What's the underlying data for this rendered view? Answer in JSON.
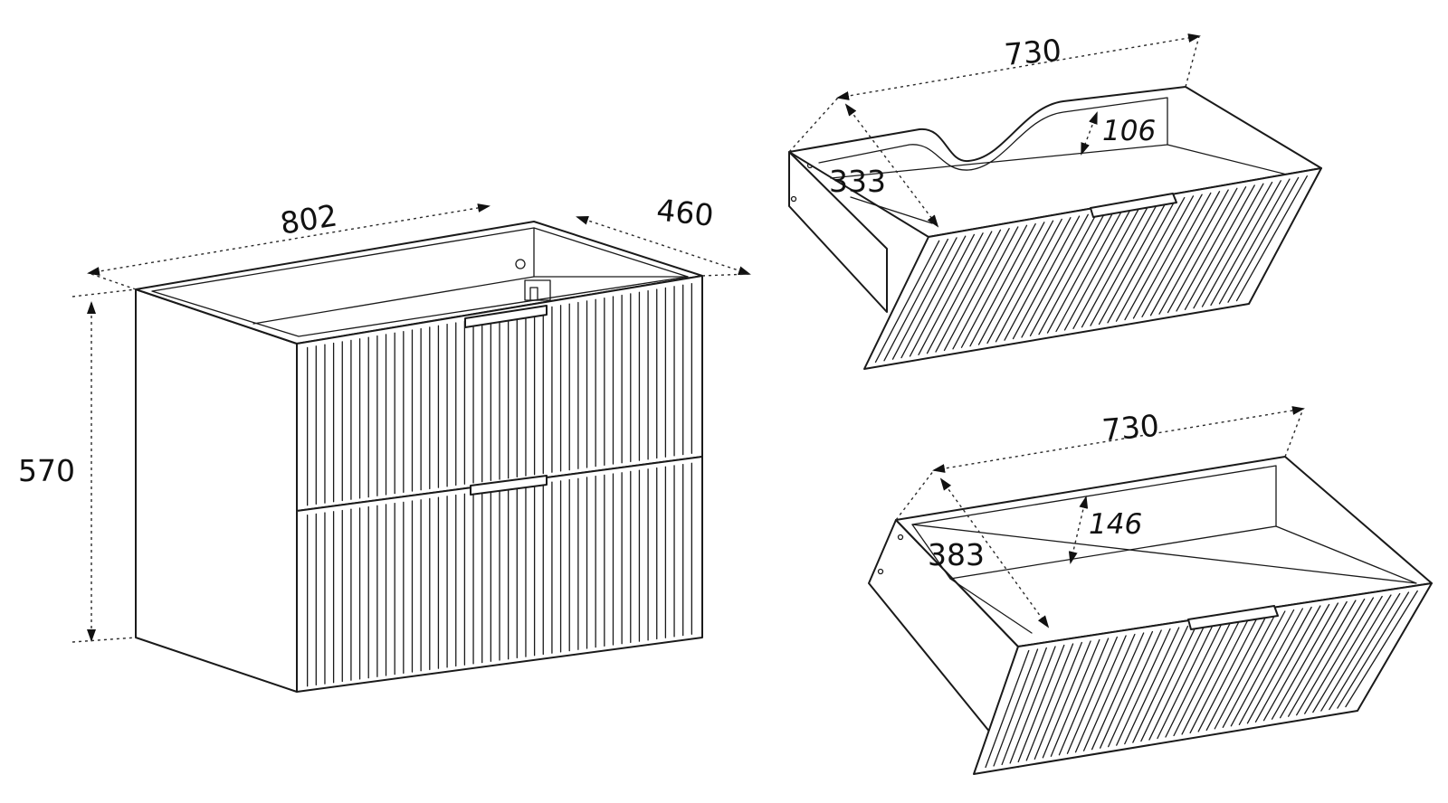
{
  "colors": {
    "line": "#1a1a1a",
    "background": "#ffffff"
  },
  "cabinet": {
    "width_label": "802",
    "depth_label": "460",
    "height_label": "570"
  },
  "top_drawer": {
    "width_label": "730",
    "depth_label": "333",
    "height_label": "106"
  },
  "bottom_drawer": {
    "width_label": "730",
    "depth_label": "383",
    "height_label": "146"
  }
}
